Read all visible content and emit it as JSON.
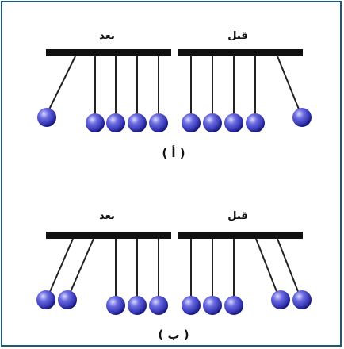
{
  "panels": [
    {
      "caption": "( أ )",
      "left_label": "بعد",
      "right_label": "قبل",
      "left_cradle": "1 sphere swung out left, 4 spheres at rest",
      "right_cradle": "4 spheres at rest, 1 sphere swung out right"
    },
    {
      "caption": "( ب )",
      "left_label": "بعد",
      "right_label": "قبل",
      "left_cradle": "2 spheres swung out left, 3 spheres at rest",
      "right_cradle": "3 spheres at rest, 2 spheres swung out right"
    }
  ],
  "colors": {
    "frame": "#1d5a78",
    "bar": "#111111",
    "string": "#222222",
    "sphere": "#3a3ab8",
    "sphere_highlight": "#d8d8ff",
    "sphere_shadow": "#15157a"
  }
}
